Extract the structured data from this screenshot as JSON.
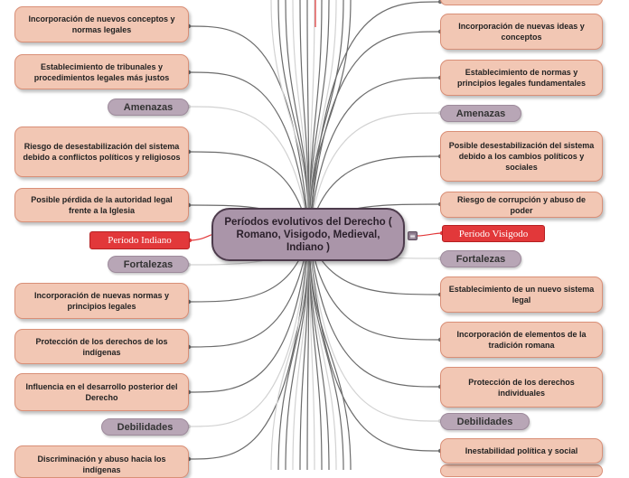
{
  "central": {
    "title": "Períodos evolutivos del Derecho ( Romano, Visigodo, Medieval, Indiano )"
  },
  "periods": {
    "left": "Período Indiano",
    "right": "Período Visigodo"
  },
  "menu_icon": "≡",
  "left": {
    "nodes": [
      "Incorporación de nuevos conceptos y normas legales",
      "Establecimiento de tribunales y procedimientos legales más justos",
      "Riesgo de desestabilización del sistema debido a conflictos políticos y religiosos",
      "Posible pérdida de la autoridad legal frente a la Iglesia",
      "Incorporación de nuevas normas y principios legales",
      "Protección de los derechos de los indígenas",
      "Influencia en el desarrollo posterior del Derecho",
      "Discriminación y abuso hacia los indígenas"
    ],
    "categories": [
      "Amenazas",
      "Fortalezas",
      "Debilidades"
    ]
  },
  "right": {
    "nodes": [
      "Incorporación de nuevas ideas y conceptos",
      "Establecimiento de normas y principios legales fundamentales",
      "Posible desestabilización del sistema debido a los cambios políticos y sociales",
      "Riesgo de corrupción y abuso de poder",
      "Establecimiento de un nuevo sistema legal",
      "Incorporación de elementos de la tradición romana",
      "Protección de los derechos individuales",
      "Inestabilidad política y social"
    ],
    "categories": [
      "Amenazas",
      "Fortalezas",
      "Debilidades"
    ]
  }
}
